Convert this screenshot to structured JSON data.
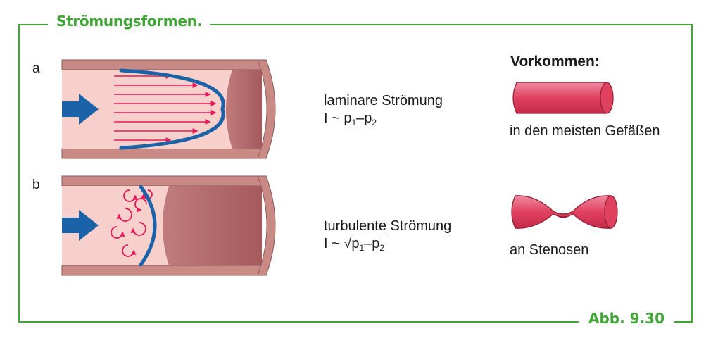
{
  "frame": {
    "title": "Strömungsformen.",
    "figure_label": "Abb. 9.30",
    "accent_color": "#3fa535"
  },
  "panels": [
    {
      "label": "a",
      "flow_name": "laminare Strömung",
      "formula": {
        "lhs": "I ~ p",
        "sub1": "1",
        "mid": "–p",
        "sub2": "2",
        "sqrt": false
      },
      "occurrence": "in den meisten Gefäßen"
    },
    {
      "label": "b",
      "flow_name": "turbulente Strömung",
      "formula": {
        "lhs": "I ~ ",
        "root": "√",
        "p": "p",
        "sub1": "1",
        "mid": "–p",
        "sub2": "2",
        "sqrt": true
      },
      "occurrence": "an Stenosen"
    }
  ],
  "occurrence_heading": "Vorkommen:",
  "colors": {
    "vessel_wall": "#c98a86",
    "vessel_lumen": "#f7cfcb",
    "vessel_inner": "#b56a6b",
    "flow_arrows": "#e5195a",
    "velocity_front": "#1a63a8",
    "inlet_arrow": "#1a63a8",
    "tube_icon": "#e0415f"
  }
}
